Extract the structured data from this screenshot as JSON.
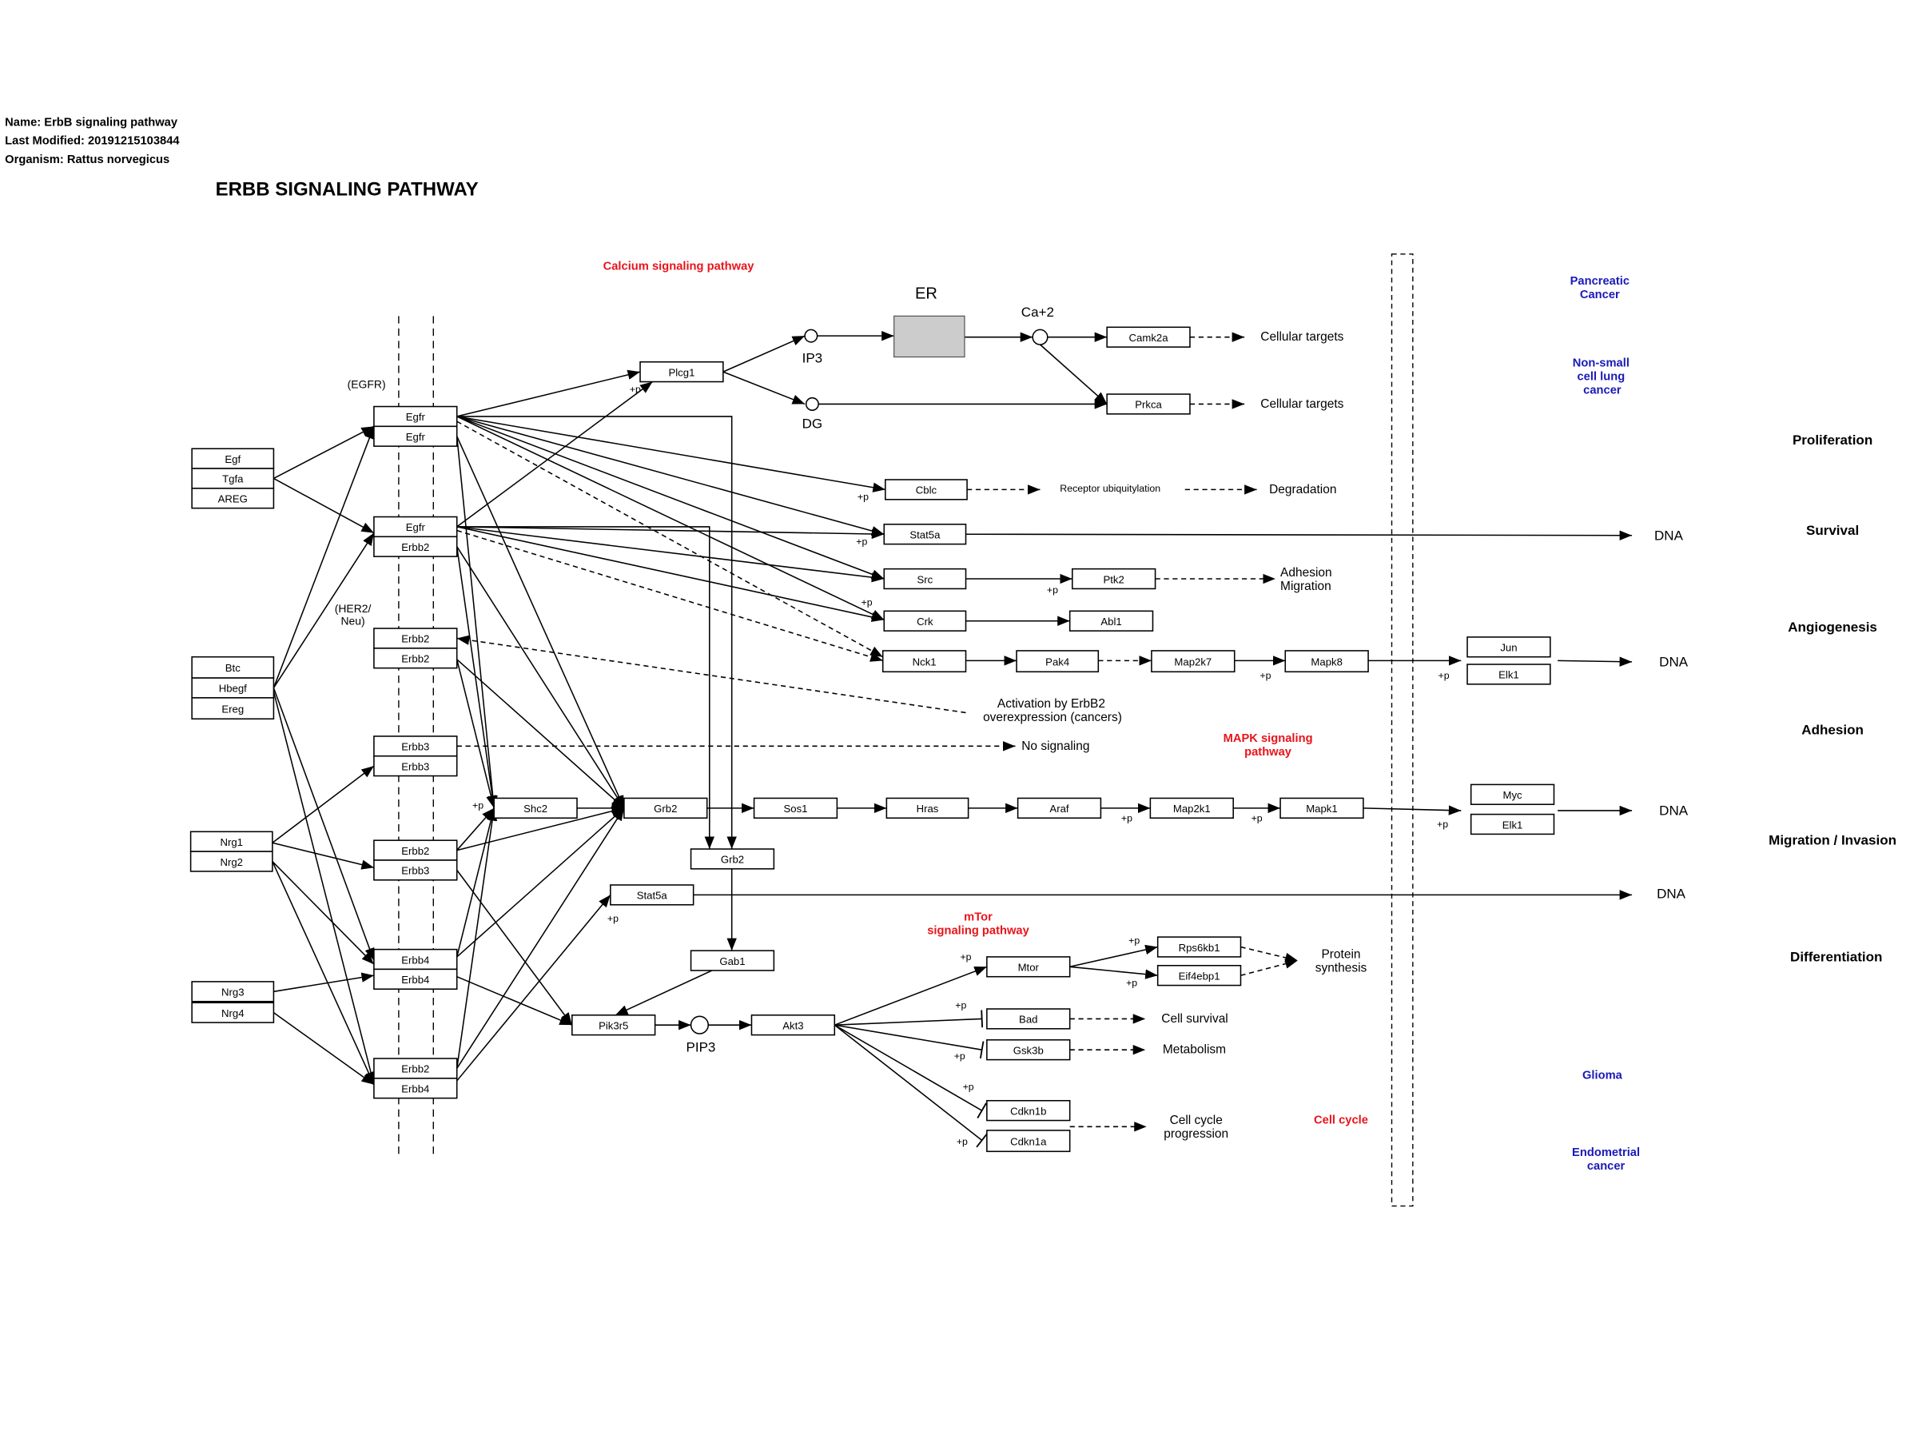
{
  "header": {
    "name": "Name: ErbB signaling pathway",
    "last_modified": "Last Modified: 20191215103844",
    "organism": "Organism: Rattus norvegicus"
  },
  "title": "ERBB SIGNALING PATHWAY",
  "colors": {
    "linked_pathway": "#e8141b",
    "disease": "#1a1ab8",
    "compartment_fill": "#cccccc",
    "node_border": "#000000"
  },
  "ligands": {
    "egf": "Egf",
    "tgfa": "Tgfa",
    "areg": "AREG",
    "btc": "Btc",
    "hbegf": "Hbegf",
    "ereg": "Ereg",
    "nrg1": "Nrg1",
    "nrg2": "Nrg2",
    "nrg3": "Nrg3",
    "nrg4": "Nrg4"
  },
  "receptors": [
    {
      "top": "Egfr",
      "bottom": "Egfr"
    },
    {
      "top": "Egfr",
      "bottom": "Erbb2"
    },
    {
      "top": "Erbb2",
      "bottom": "Erbb2"
    },
    {
      "top": "Erbb3",
      "bottom": "Erbb3"
    },
    {
      "top": "Erbb2",
      "bottom": "Erbb3"
    },
    {
      "top": "Erbb4",
      "bottom": "Erbb4"
    },
    {
      "top": "Erbb2",
      "bottom": "Erbb4"
    }
  ],
  "receptor_labels": {
    "egfr": "(EGFR)",
    "her2": [
      "(HER2/",
      "Neu)"
    ]
  },
  "genes": {
    "plcg1": "Plcg1",
    "camk2a": "Camk2a",
    "prkca": "Prkca",
    "cblc": "Cblc",
    "stat5a": "Stat5a",
    "src": "Src",
    "ptk2": "Ptk2",
    "crk": "Crk",
    "abl1": "Abl1",
    "nck1": "Nck1",
    "pak4": "Pak4",
    "map2k7": "Map2k7",
    "mapk8": "Mapk8",
    "jun": "Jun",
    "elk1": "Elk1",
    "shc2": "Shc2",
    "grb2": "Grb2",
    "sos1": "Sos1",
    "hras": "Hras",
    "araf": "Araf",
    "map2k1": "Map2k1",
    "mapk1": "Mapk1",
    "myc": "Myc",
    "gab1": "Gab1",
    "pik3r5": "Pik3r5",
    "akt3": "Akt3",
    "mtor": "Mtor",
    "rps6kb1": "Rps6kb1",
    "eif4ebp1": "Eif4ebp1",
    "bad": "Bad",
    "gsk3b": "Gsk3b",
    "cdkn1b": "Cdkn1b",
    "cdkn1a": "Cdkn1a"
  },
  "compounds": {
    "ip3": "IP3",
    "dg": "DG",
    "ca2": "Ca+2",
    "pip3": "PIP3"
  },
  "compartments": {
    "er": "ER"
  },
  "outcomes": {
    "cellular_targets": "Cellular targets",
    "receptor_ubiquitylation": "Receptor ubiquitylation",
    "degradation": "Degradation",
    "dna": "DNA",
    "adhesion_migration": [
      "Adhesion",
      "Migration"
    ],
    "activation_erbb2": [
      "Activation by ErbB2",
      "overexpression (cancers)"
    ],
    "no_signaling": "No signaling",
    "protein_synthesis": [
      "Protein",
      "synthesis"
    ],
    "cell_survival": "Cell survival",
    "metabolism": "Metabolism",
    "cell_cycle_progression": [
      "Cell cycle",
      "progression"
    ]
  },
  "phospho": "+p",
  "linked_pathways": {
    "calcium": "Calcium signaling pathway",
    "mapk": [
      "MAPK signaling",
      "pathway"
    ],
    "mtor": [
      "mTor",
      "signaling pathway"
    ],
    "cell_cycle": "Cell cycle"
  },
  "diseases": {
    "pancreatic": [
      "Pancreatic",
      "Cancer"
    ],
    "nsclc": [
      "Non-small",
      "cell lung",
      "cancer"
    ],
    "glioma": "Glioma",
    "endometrial": [
      "Endometrial",
      "cancer"
    ]
  },
  "processes": [
    "Proliferation",
    "Survival",
    "Angiogenesis",
    "Adhesion",
    "Migration / Invasion",
    "Differentiation"
  ]
}
